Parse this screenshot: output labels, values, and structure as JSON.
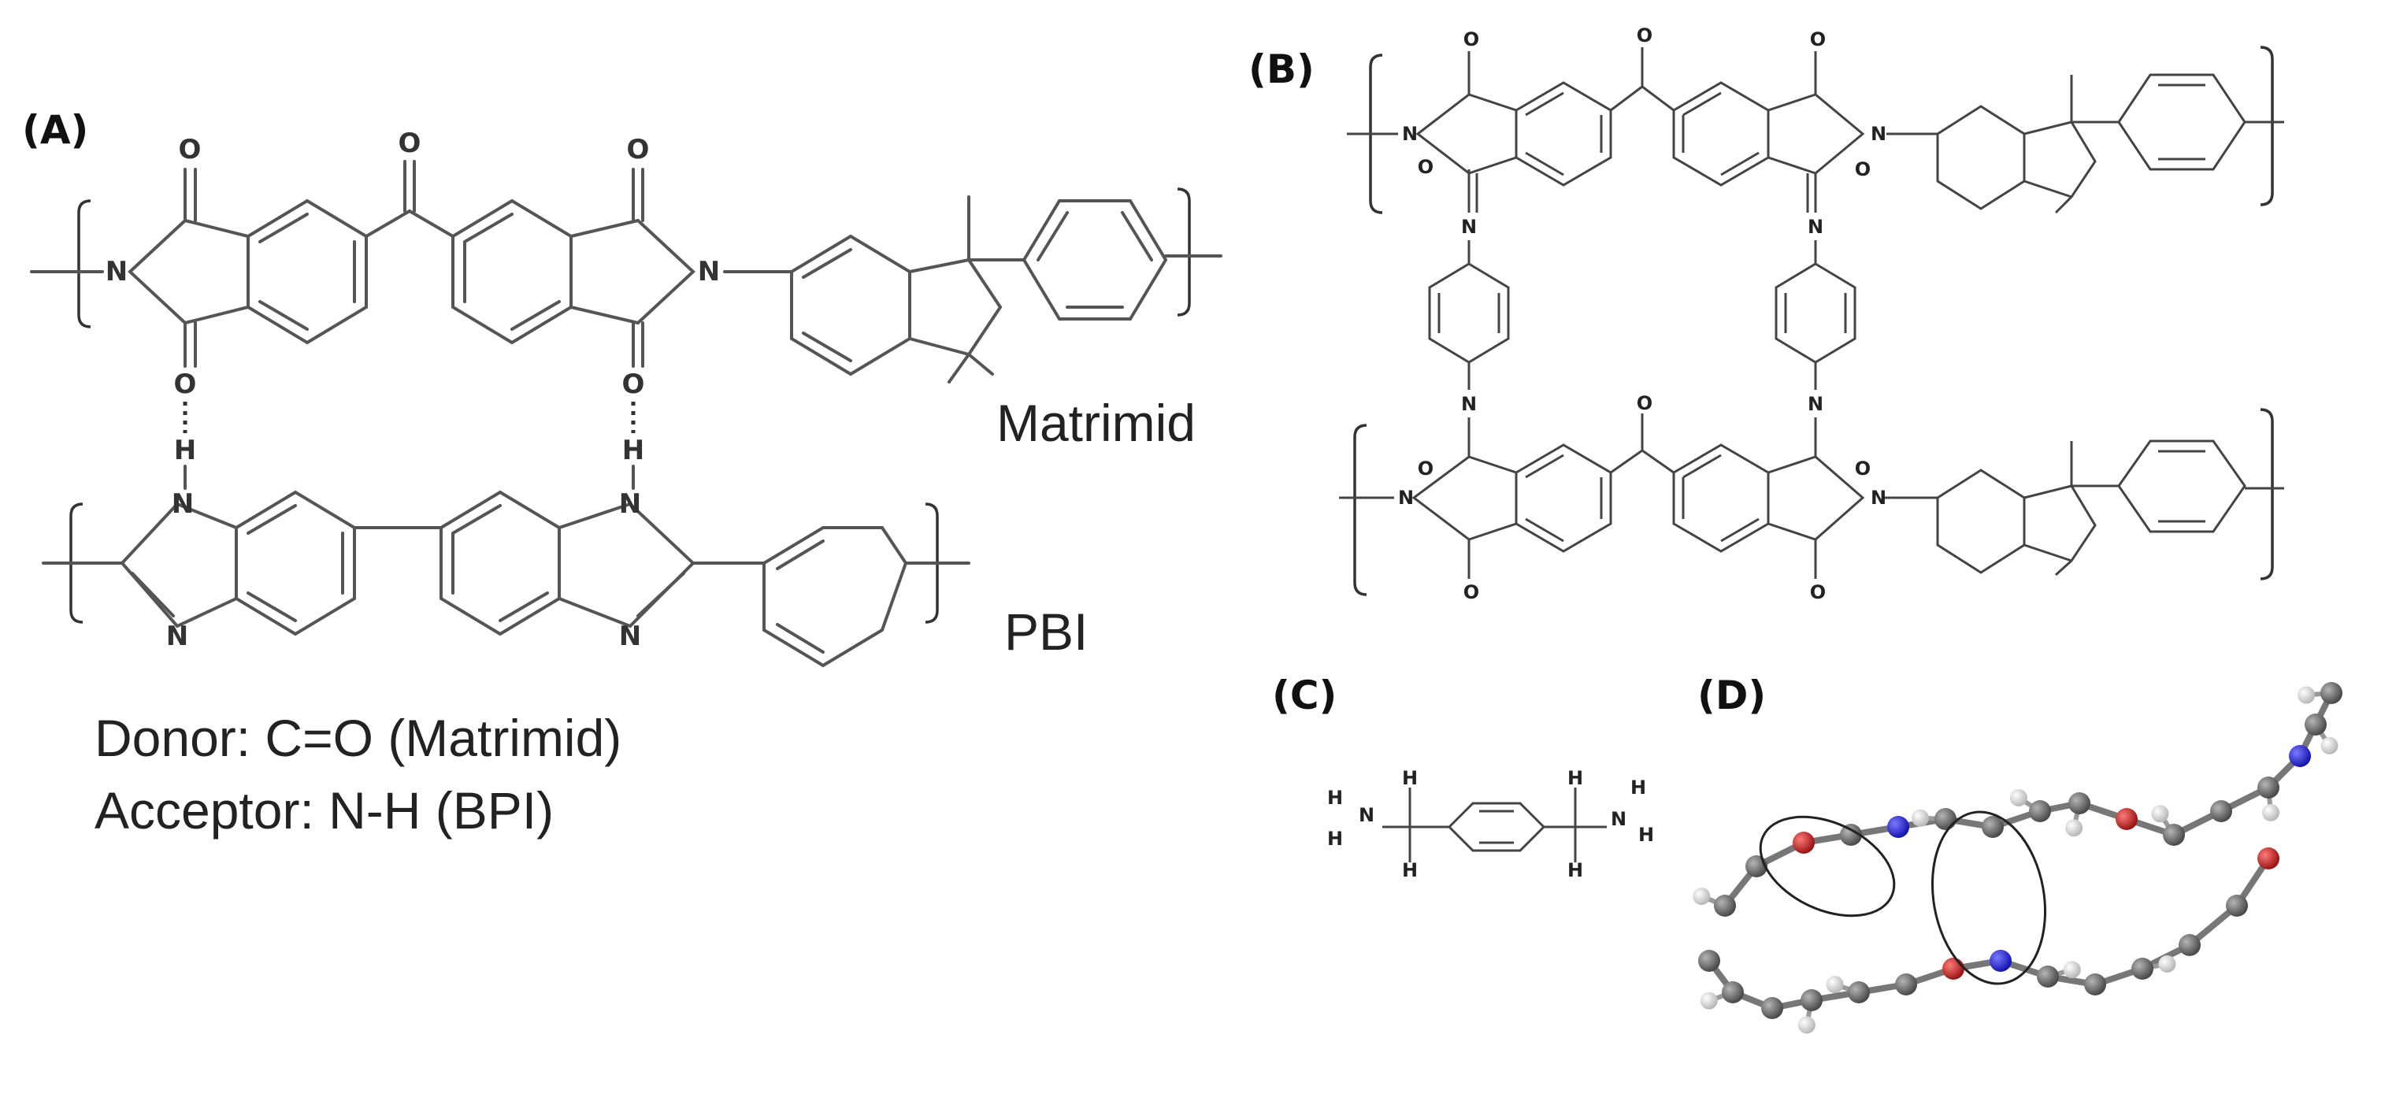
{
  "panels": {
    "a": {
      "label": "(A)"
    },
    "b": {
      "label": "(B)"
    },
    "c": {
      "label": "(C)"
    },
    "d": {
      "label": "(D)"
    }
  },
  "captions": {
    "matrimid": "Matrimid",
    "pbi": "PBI",
    "donor": "Donor: C=O (Matrimid)",
    "acceptor": "Acceptor: N-H (BPI)"
  },
  "atoms": {
    "oxygen": "O",
    "nitrogen": "N",
    "hydrogen": "H",
    "nh": "NH"
  },
  "colors": {
    "carbon": "#6b6b6b",
    "hydrogen": "#e8e8e8",
    "nitrogen": "#2323d6",
    "oxygen": "#c01f1f",
    "line": "#555555"
  }
}
